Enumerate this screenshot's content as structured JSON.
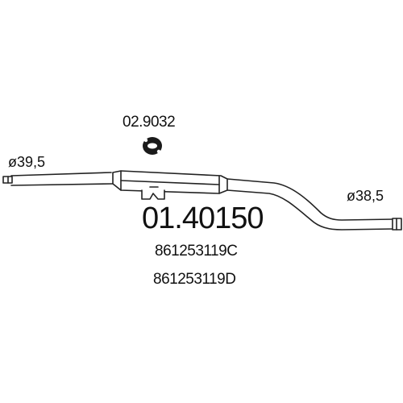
{
  "diagram": {
    "mount_code": "02.9032",
    "diameter_left": "ø39,5",
    "diameter_right": "ø38,5",
    "part_number": "01.40150",
    "oem_references": [
      "861253119C",
      "861253119D"
    ],
    "line_color": "#222222",
    "background_color": "#ffffff"
  }
}
